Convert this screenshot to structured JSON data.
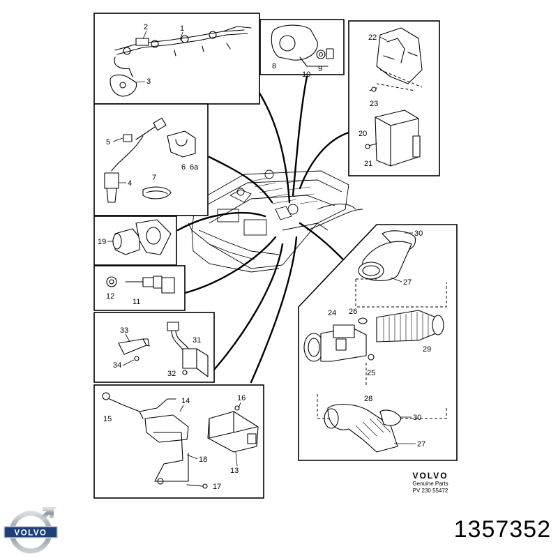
{
  "part_number": "1357352",
  "brand": {
    "logo_text": "VOLVO",
    "genuine_brand": "VOLVO",
    "genuine_label": "Genuine Parts",
    "catalog_ref": "PV  230  55472"
  },
  "callouts": {
    "c1": "1",
    "c2": "2",
    "c3": "3",
    "c4": "4",
    "c5": "5",
    "c6": "6",
    "c6a": "6a",
    "c7": "7",
    "c8": "8",
    "c9": "9",
    "c10": "10",
    "c11": "11",
    "c12": "12",
    "c13": "13",
    "c14": "14",
    "c15": "15",
    "c16": "16",
    "c17": "17",
    "c18": "18",
    "c19": "19",
    "c20": "20",
    "c21": "21",
    "c22": "22",
    "c23": "23",
    "c24": "24",
    "c25": "25",
    "c26": "26",
    "c27a": "27",
    "c27b": "27",
    "c28": "28",
    "c29": "29",
    "c30a": "30",
    "c30b": "30",
    "c31": "31",
    "c32": "32",
    "c33": "33",
    "c34": "34"
  }
}
